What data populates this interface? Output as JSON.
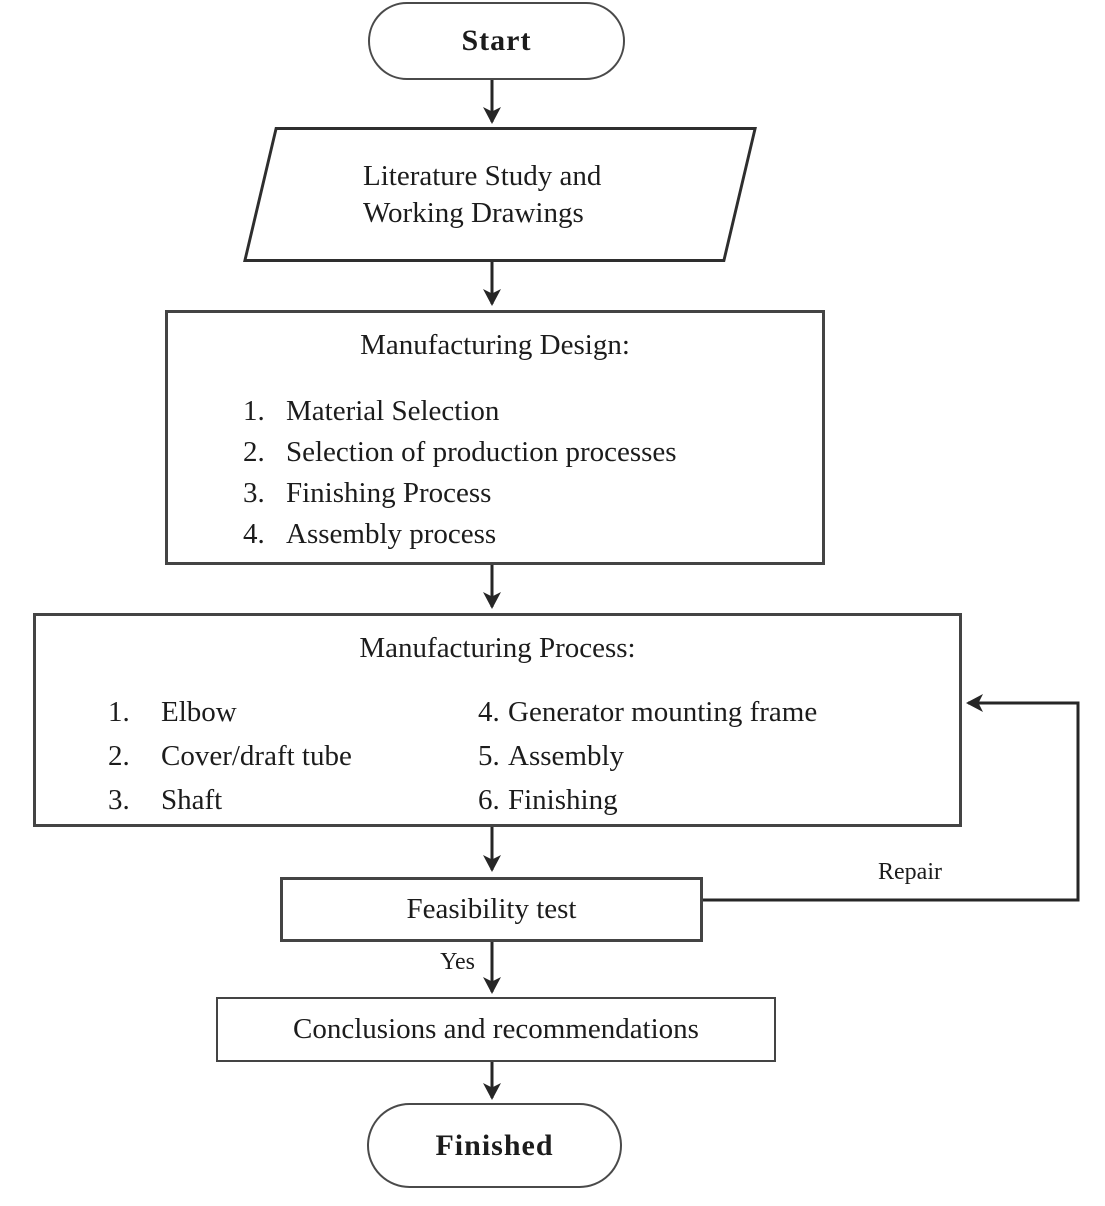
{
  "colors": {
    "stroke": "#262626",
    "border": "#444444",
    "text": "#1c1c1c",
    "background": "#ffffff"
  },
  "nodes": {
    "start": {
      "label": "Start"
    },
    "literature": {
      "line1": "Literature Study and",
      "line2": "Working Drawings"
    },
    "design": {
      "title": "Manufacturing Design:",
      "items": [
        {
          "num": "1.",
          "text": "Material Selection"
        },
        {
          "num": "2.",
          "text": "Selection of production processes"
        },
        {
          "num": "3.",
          "text": "Finishing Process"
        },
        {
          "num": "4.",
          "text": "Assembly process"
        }
      ]
    },
    "process": {
      "title": "Manufacturing Process:",
      "left_items": [
        {
          "num": "1.",
          "text": "Elbow"
        },
        {
          "num": "2.",
          "text": "Cover/draft tube"
        },
        {
          "num": "3.",
          "text": "Shaft"
        }
      ],
      "right_items": [
        {
          "num": "4.",
          "text": "Generator mounting frame"
        },
        {
          "num": "5.",
          "text": "Assembly"
        },
        {
          "num": "6.",
          "text": "Finishing"
        }
      ]
    },
    "feasibility": {
      "label": "Feasibility test"
    },
    "conclusions": {
      "label": "Conclusions and recommendations"
    },
    "finished": {
      "label": "Finished"
    }
  },
  "edge_labels": {
    "yes": "Yes",
    "repair": "Repair"
  }
}
